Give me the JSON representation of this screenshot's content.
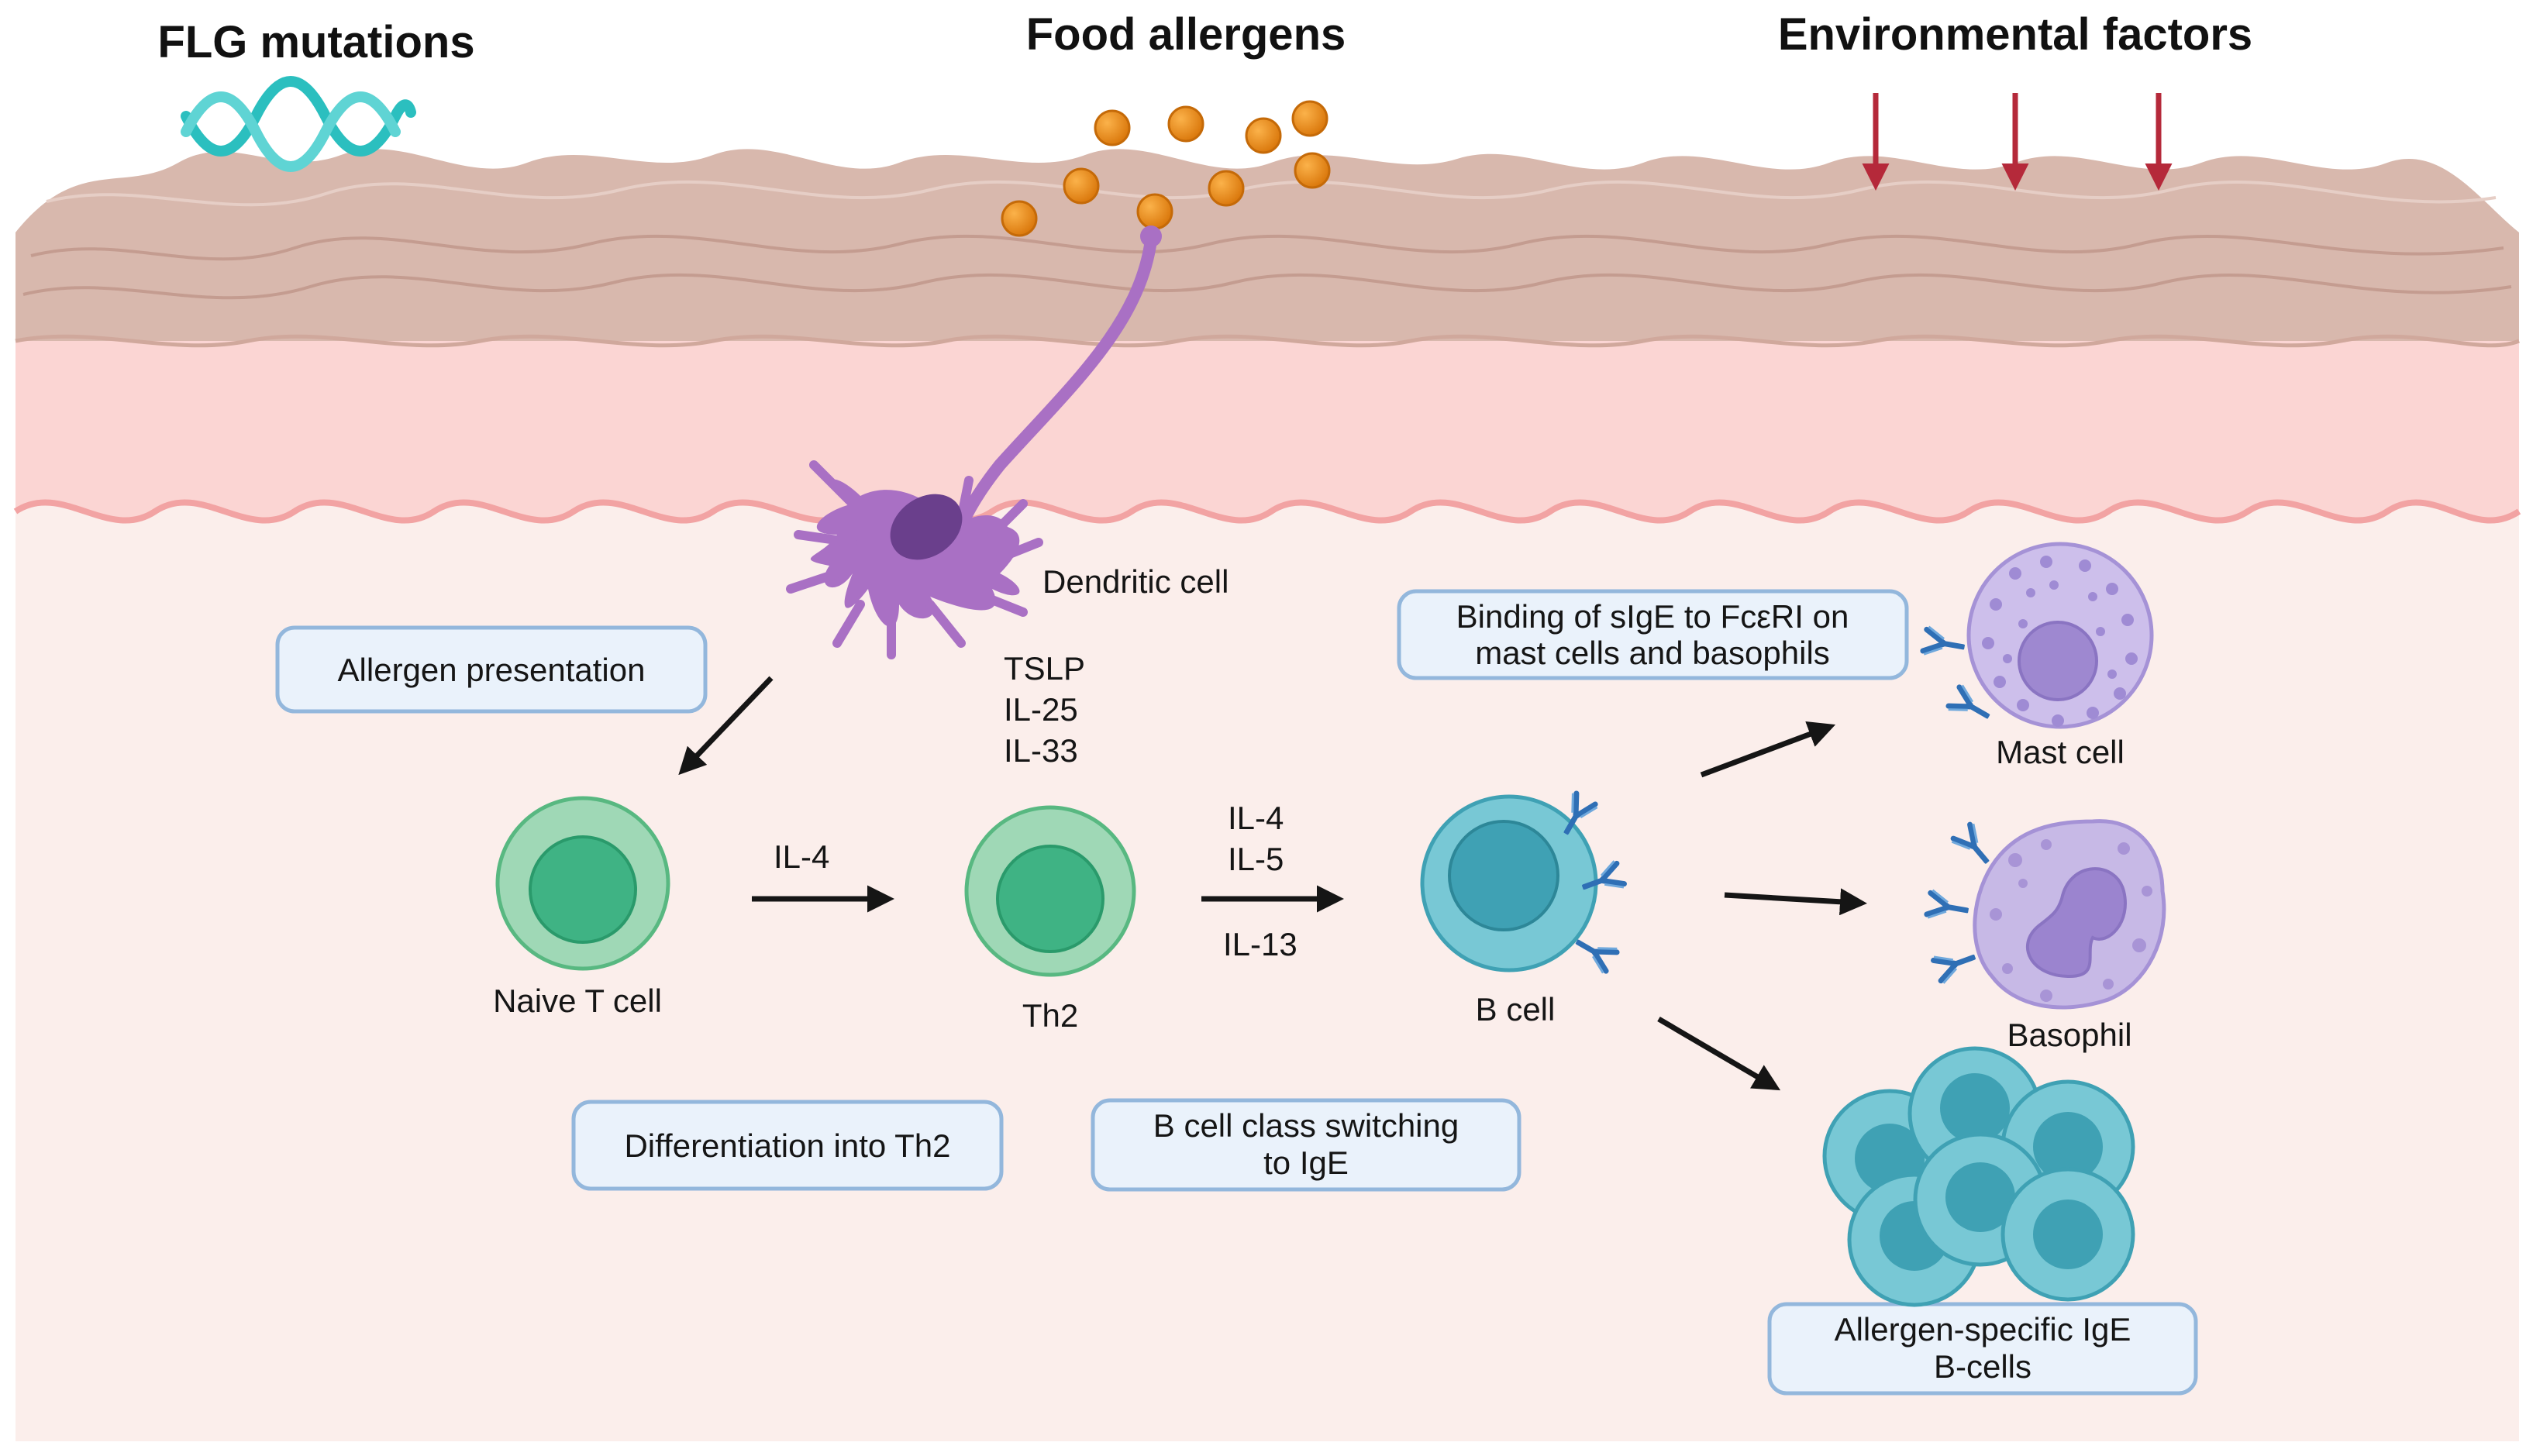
{
  "headings": {
    "flg": "FLG mutations",
    "food": "Food allergens",
    "environment": "Environmental factors"
  },
  "cells": {
    "dendritic": "Dendritic cell",
    "naive_t": "Naive T cell",
    "th2": "Th2",
    "b_cell": "B cell",
    "mast": "Mast cell",
    "basophil": "Basophil"
  },
  "cytokines": {
    "dendritic": [
      "TSLP",
      "IL-25",
      "IL-33"
    ],
    "naive_to_th2": "IL-4",
    "th2_to_b": [
      "IL-4",
      "IL-5",
      "IL-13"
    ]
  },
  "boxes": {
    "allergen_presentation": "Allergen presentation",
    "differentiation": "Differentiation into Th2",
    "class_switching": [
      "B cell class switching",
      "to IgE"
    ],
    "binding": [
      "Binding of sIgE to FcεRI on",
      "mast cells and basophils"
    ],
    "allergen_specific": [
      "Allergen-specific IgE",
      "B-cells"
    ]
  },
  "colors": {
    "skin_top": "#d8b8ad",
    "dermis": "#fbd5d3",
    "tissue": "#fbeeeb",
    "box_fill": "#eaf2fb",
    "box_stroke": "#93b7dc",
    "t_cell": "#8fd3ab",
    "b_cell": "#78c8d5",
    "dendritic": "#a970c4",
    "allergen": "#ee8c14",
    "env_arrow": "#b5293a",
    "dna": "#2bbfbf",
    "mast": "#b9a8e0",
    "antibody": "#2f6fb5"
  }
}
